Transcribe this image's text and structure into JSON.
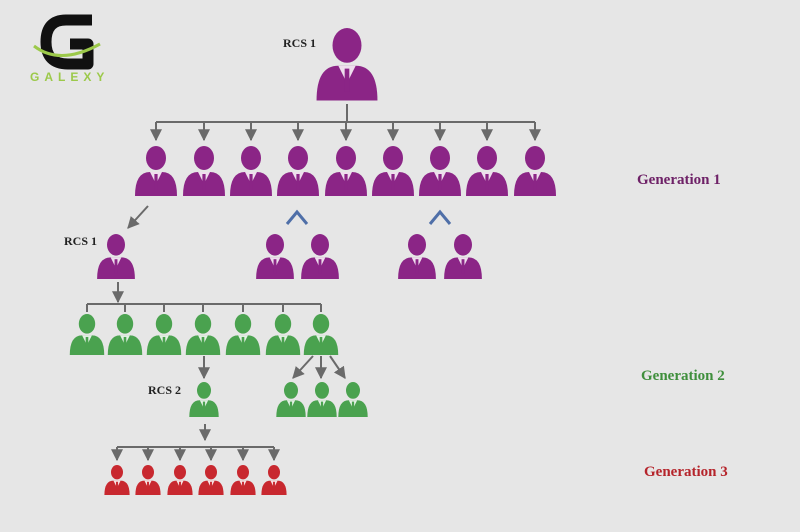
{
  "logo": {
    "text": "GALEXY"
  },
  "labels": {
    "top_root": "RCS 1",
    "gen1_child": "RCS 1",
    "gen2_child": "RCS 2"
  },
  "generations": {
    "gen1": "Generation 1",
    "gen2": "Generation 2",
    "gen3": "Generation 3"
  },
  "colors": {
    "purple": "#8b2586",
    "green": "#4aa24f",
    "red": "#c8282f",
    "line": "#6a6a6a",
    "chevron": "#4f6fa8",
    "gen1_text": "#6e2167",
    "gen2_text": "#3f8f3c",
    "gen3_text": "#b5242b"
  }
}
